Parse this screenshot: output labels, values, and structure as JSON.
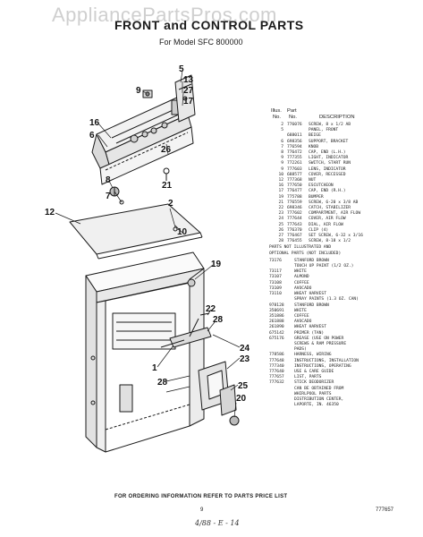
{
  "watermark": "AppliancePartsPros.com",
  "title": "FRONT and CONTROL PARTS",
  "model": "For Model SFC 800000",
  "callouts": [
    "5",
    "13",
    "27",
    "17",
    "9",
    "16",
    "6",
    "26",
    "8",
    "21",
    "7",
    "12",
    "2",
    "10",
    "19",
    "22",
    "28",
    "24",
    "23",
    "1",
    "28",
    "25",
    "20"
  ],
  "legend": {
    "header": {
      "illus": "Illus.",
      "no": "No.",
      "part": "Part",
      "partno": "No.",
      "description": "DESCRIPTION"
    },
    "rows": [
      {
        "illus": "2",
        "part": "776076",
        "desc": "SCREW, 8 x 1/2 AB"
      },
      {
        "illus": "5",
        "part": "",
        "desc": "PANEL, FRONT"
      },
      {
        "illus": "",
        "part": "688011",
        "desc": "BEIGE"
      },
      {
        "illus": "6",
        "part": "698356",
        "desc": "SUPPORT, BRACKET"
      },
      {
        "illus": "7",
        "part": "776594",
        "desc": "KNOB"
      },
      {
        "illus": "8",
        "part": "776472",
        "desc": "CAP, END (L.H.)"
      },
      {
        "illus": "9",
        "part": "777355",
        "desc": "LIGHT, INDICATOR"
      },
      {
        "illus": "9",
        "part": "772261",
        "desc": "SWITCH, START RUN"
      },
      {
        "illus": "9",
        "part": "777603",
        "desc": "LENS, INDICATOR"
      },
      {
        "illus": "10",
        "part": "688577",
        "desc": "COVER, RECESSED"
      },
      {
        "illus": "12",
        "part": "777368",
        "desc": "NUT"
      },
      {
        "illus": "16",
        "part": "777650",
        "desc": "ESCUTCHEON"
      },
      {
        "illus": "17",
        "part": "776477",
        "desc": "CAP, END (R.H.)"
      },
      {
        "illus": "19",
        "part": "775788",
        "desc": "BUMPER"
      },
      {
        "illus": "21",
        "part": "776559",
        "desc": "SCREW, 6-20 x 3/8 AB"
      },
      {
        "illus": "22",
        "part": "698346",
        "desc": "CATCH, STABILIZER"
      },
      {
        "illus": "23",
        "part": "777602",
        "desc": "COMPARTMENT, AIR FLOW"
      },
      {
        "illus": "24",
        "part": "777644",
        "desc": "COVER, AIR FLOW"
      },
      {
        "illus": "25",
        "part": "777643",
        "desc": "DIAL, AIR FLOW"
      },
      {
        "illus": "26",
        "part": "776370",
        "desc": "CLIP (4)"
      },
      {
        "illus": "27",
        "part": "776467",
        "desc": "SET SCREW, 6-32 x 3/16"
      },
      {
        "illus": "28",
        "part": "776455",
        "desc": "SCREW, 8-18 x 1/2"
      }
    ],
    "notice_lines": [
      "PARTS NOT ILLUSTRATED AND",
      "OPTIONAL PARTS (NOT INCLUDED)"
    ],
    "optional": [
      {
        "part": "73176",
        "desc": "STANFORD BROWN"
      },
      {
        "part": "",
        "desc": "TOUCH UP PAINT (1/2 OZ.)"
      },
      {
        "part": "73117",
        "desc": "WHITE"
      },
      {
        "part": "73107",
        "desc": "ALMOND"
      },
      {
        "part": "73108",
        "desc": "COFFEE"
      },
      {
        "part": "73109",
        "desc": "AVOCADO"
      },
      {
        "part": "73110",
        "desc": "WHEAT HARVEST"
      },
      {
        "part": "",
        "desc": "SPRAY PAINTS (1.3 OZ. CAN)"
      },
      {
        "part": "978128",
        "desc": "STANFORD BROWN"
      },
      {
        "part": "350691",
        "desc": "WHITE"
      },
      {
        "part": "351886",
        "desc": "COFFEE"
      },
      {
        "part": "261888",
        "desc": "AVOCADO"
      },
      {
        "part": "261890",
        "desc": "WHEAT HARVEST"
      },
      {
        "part": "675142",
        "desc": "PRIMER (TAN)"
      },
      {
        "part": "675176",
        "desc": "GREASE (USE ON POWER"
      },
      {
        "part": "",
        "desc": "SCREWS & RAM PRESSURE"
      },
      {
        "part": "",
        "desc": "PADS)"
      },
      {
        "part": "778586",
        "desc": "HARNESS, WIRING"
      },
      {
        "part": "777648",
        "desc": "INSTRUCTIONS, INSTALLATION"
      },
      {
        "part": "777340",
        "desc": "INSTRUCTIONS, OPERATING"
      },
      {
        "part": "777640",
        "desc": "USE & CARE GUIDE"
      },
      {
        "part": "777657",
        "desc": "LIST, PARTS"
      },
      {
        "part": "777632",
        "desc": "STICK DEODORIZER"
      },
      {
        "part": "",
        "desc": "CAN BE OBTAINED FROM"
      },
      {
        "part": "",
        "desc": "WHIRLPOOL PARTS"
      },
      {
        "part": "",
        "desc": "DISTRIBUTION CENTER,"
      },
      {
        "part": "",
        "desc": "LAPORTE, IN. 46350"
      }
    ]
  },
  "footer": "FOR ORDERING INFORMATION REFER TO PARTS PRICE LIST",
  "page_number": "9",
  "doc_number": "777657",
  "handwritten": "4/88 - E - 14"
}
